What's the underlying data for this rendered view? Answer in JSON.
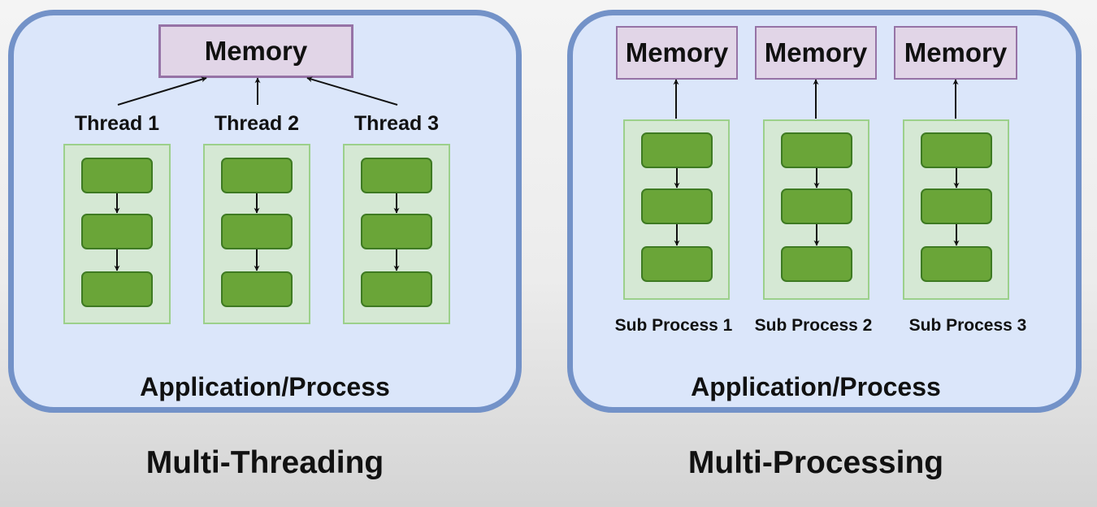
{
  "left": {
    "memory_label": "Memory",
    "threads": [
      {
        "label": "Thread 1"
      },
      {
        "label": "Thread 2"
      },
      {
        "label": "Thread 3"
      }
    ],
    "container_label": "Application/Process",
    "caption": "Multi-Threading"
  },
  "right": {
    "processes": [
      {
        "memory_label": "Memory",
        "label": "Sub Process 1"
      },
      {
        "memory_label": "Memory",
        "label": "Sub Process 2"
      },
      {
        "memory_label": "Memory",
        "label": "Sub Process 3"
      }
    ],
    "container_label": "Application/Process",
    "caption": "Multi-Processing"
  },
  "colors": {
    "container_fill": "#dbe6fa",
    "container_border": "#7392c8",
    "memory_fill": "#e1d5e7",
    "memory_border": "#9673a6",
    "lane_fill": "#d5e8d4",
    "lane_border": "#9cd08b",
    "step_fill": "#6aa538",
    "step_border": "#3e7a22"
  }
}
